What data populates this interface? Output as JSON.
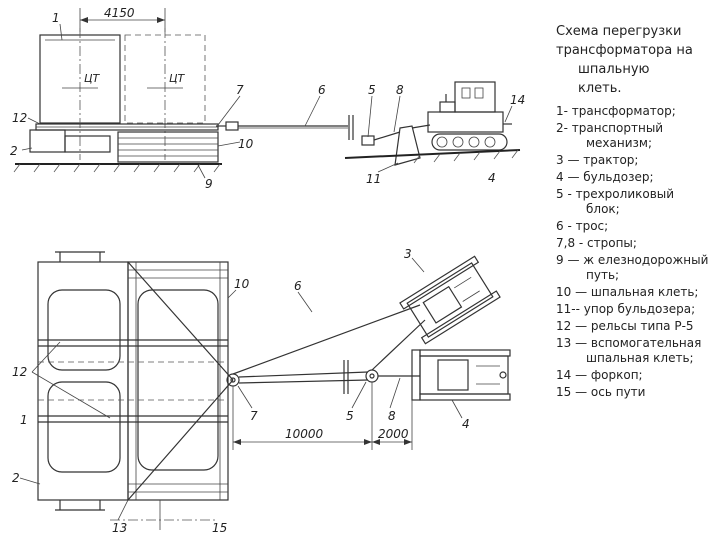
{
  "title": {
    "line1": "Схема перегрузки",
    "line2": "трансформатора на",
    "line3": "шпальную",
    "line4": "клеть."
  },
  "legend": [
    {
      "text": "1- трансформатор;",
      "cont": ""
    },
    {
      "text": "2- транспортный",
      "cont": "механизм;"
    },
    {
      "text": "3 — трактор;",
      "cont": ""
    },
    {
      "text": " 4 — бульдозер;",
      "cont": ""
    },
    {
      "text": " 5 - трехроликовый",
      "cont": "блок;"
    },
    {
      "text": "6 - трос;",
      "cont": ""
    },
    {
      "text": "7,8 - стропы;",
      "cont": ""
    },
    {
      "text": " 9 — ж елезнодорожный",
      "cont": "путь;"
    },
    {
      "text": "10 — шпальная клеть;",
      "cont": ""
    },
    {
      "text": "11-- упор бульдозера;",
      "cont": ""
    },
    {
      "text": "12 — рельсы типа Р-5",
      "cont": ""
    },
    {
      "text": "13 — вспомогательная",
      "cont": "шпальная клеть;"
    },
    {
      "text": "14 — форкоп;",
      "cont": ""
    },
    {
      "text": "15 — ось пути",
      "cont": ""
    }
  ],
  "drawing": {
    "dim_top": "4150",
    "cg_label": "ЦТ",
    "dim_bottom_1": "10000",
    "dim_bottom_2": "2000",
    "callouts": {
      "top_1": "1",
      "top_12": "12",
      "top_2": "2",
      "top_7": "7",
      "top_10": "10",
      "top_9": "9",
      "top_6": "6",
      "top_5": "5",
      "top_8": "8",
      "top_14": "14",
      "top_11": "11",
      "top_4": "4",
      "bot_3": "3",
      "bot_10": "10",
      "bot_6": "6",
      "bot_12": "12",
      "bot_1": "1",
      "bot_7": "7",
      "bot_5": "5",
      "bot_8": "8",
      "bot_4": "4",
      "bot_2": "2",
      "bot_13": "13",
      "bot_15": "15"
    }
  }
}
